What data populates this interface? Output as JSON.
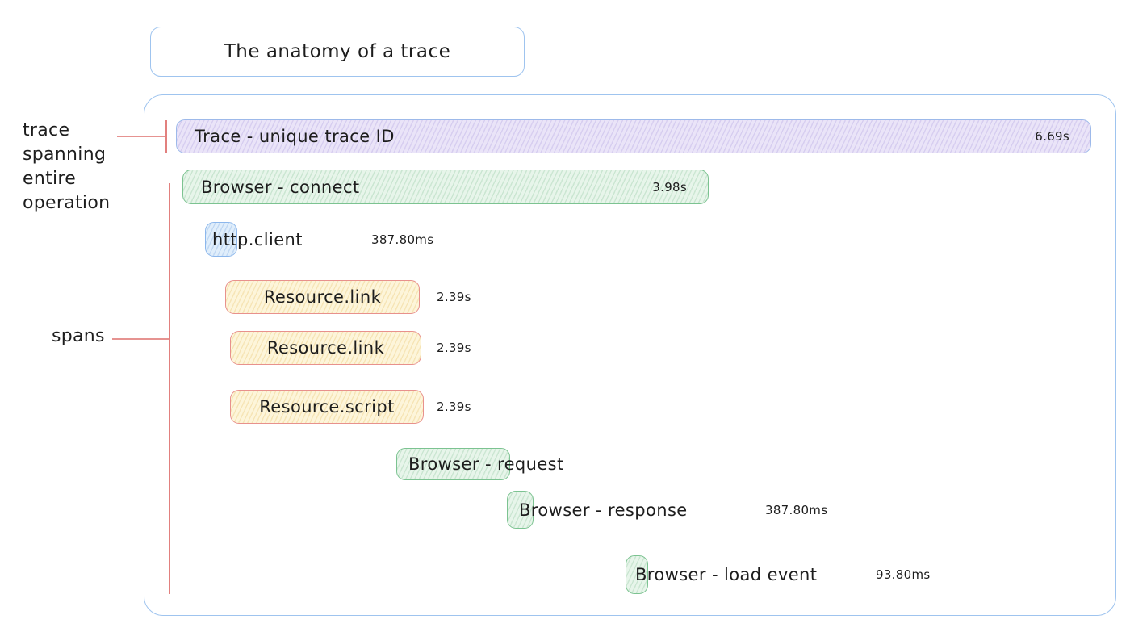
{
  "title": "The anatomy of a trace",
  "annotations": {
    "trace_label_lines": [
      "trace",
      "spanning",
      "entire",
      "operation"
    ],
    "spans_label": "spans"
  },
  "colors": {
    "outline_blue": "#9fc4ef",
    "annotation_red": "#e2807e",
    "trace_fill": "#eae4f8",
    "browser_fill": "#e7f5ea",
    "browser_border": "#7cc391",
    "http_fill": "#e0eefb",
    "resource_fill": "#fdf5da",
    "resource_border": "#e8918c",
    "text": "#1d1d1d"
  },
  "spans": {
    "trace": {
      "label": "Trace - unique trace ID",
      "duration": "6.69s"
    },
    "connect": {
      "label": "Browser - connect",
      "duration": "3.98s"
    },
    "http_client": {
      "label": "http.client",
      "duration": "387.80ms"
    },
    "resource_link_1": {
      "label": "Resource.link",
      "duration": "2.39s"
    },
    "resource_link_2": {
      "label": "Resource.link",
      "duration": "2.39s"
    },
    "resource_script": {
      "label": "Resource.script",
      "duration": "2.39s"
    },
    "request": {
      "label": "Browser - request"
    },
    "response": {
      "label": "Browser - response",
      "duration": "387.80ms"
    },
    "load_event": {
      "label": "Browser - load event",
      "duration": "93.80ms"
    }
  }
}
